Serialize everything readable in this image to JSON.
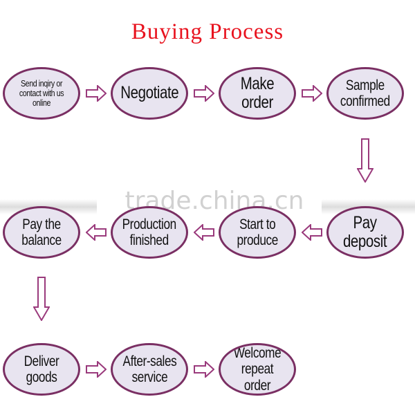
{
  "title": "Buying Process",
  "watermark": "trade.china.cn",
  "steps": [
    {
      "label": "Send inqiry or\ncontact with us online"
    },
    {
      "label": "Negotiate"
    },
    {
      "label": "Make order"
    },
    {
      "label": "Sample\nconfirmed"
    },
    {
      "label": "Pay\ndeposit"
    },
    {
      "label": "Start to\nproduce"
    },
    {
      "label": "Production\nfinished"
    },
    {
      "label": "Pay the\nbalance"
    },
    {
      "label": "Deliver goods"
    },
    {
      "label": "After-sales\nservice"
    },
    {
      "label": "Welcome\nrepeat order"
    }
  ],
  "colors": {
    "title": "#e8121e",
    "node_fill": "#e8e4f0",
    "node_border": "#7a2f63",
    "arrow": "#9a3a7c"
  }
}
